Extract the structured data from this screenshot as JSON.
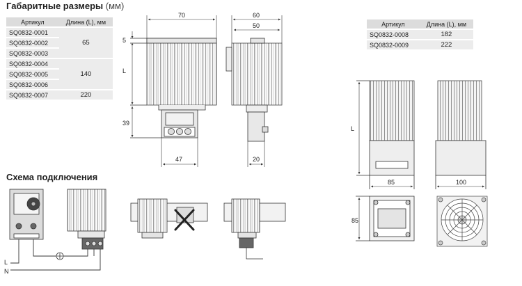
{
  "dimensions_title": "Габаритные размеры",
  "dimensions_unit": "(мм)",
  "table1": {
    "headers": [
      "Артикул",
      "Длина (L), мм"
    ],
    "rows": [
      {
        "article": "SQ0832-0001"
      },
      {
        "article": "SQ0832-0002"
      },
      {
        "article": "SQ0832-0003"
      },
      {
        "article": "SQ0832-0004"
      },
      {
        "article": "SQ0832-0005"
      },
      {
        "article": "SQ0832-0006"
      },
      {
        "article": "SQ0832-0007"
      }
    ],
    "groups": [
      "65",
      "140",
      "220"
    ]
  },
  "table2": {
    "headers": [
      "Артикул",
      "Длина (L), мм"
    ],
    "rows": [
      {
        "article": "SQ0832-0008",
        "length": "182"
      },
      {
        "article": "SQ0832-0009",
        "length": "222"
      }
    ]
  },
  "wiring_title": "Схема подключения",
  "dim": {
    "d70": "70",
    "d60": "60",
    "d50": "50",
    "d5": "5",
    "dL": "L",
    "d39": "39",
    "d47": "47",
    "d20": "20",
    "r85a": "85",
    "r100": "100",
    "r85b": "85",
    "rL": "L"
  },
  "wiring": {
    "phase": "L",
    "neutral": "N"
  }
}
